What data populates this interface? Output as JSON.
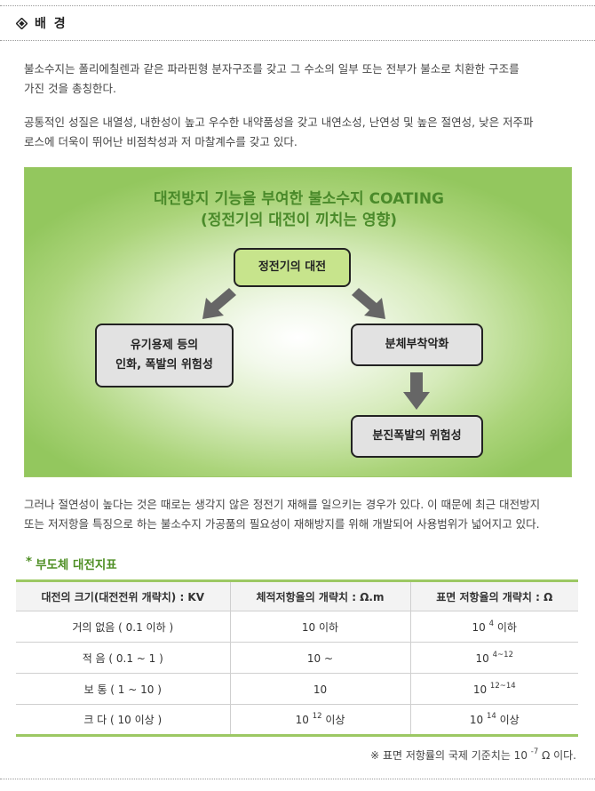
{
  "section": {
    "title": "배 경",
    "icon": "diamond-bullet-icon"
  },
  "paragraphs": {
    "p1_line1": "불소수지는 폴리에칠렌과 같은 파라핀형 분자구조를 갖고 그 수소의 일부 또는 전부가 불소로 치환한 구조를",
    "p1_line2": "가진 것을 총칭한다.",
    "p2_line1": "공통적인 성질은 내열성, 내한성이 높고 우수한 내약품성을 갖고 내연소성, 난연성 및 높은 절연성, 낮은 저주파",
    "p2_line2": "로스에 더욱이 뛰어난 비점착성과 저 마찰계수를 갖고 있다.",
    "p3_line1": "그러나 절연성이 높다는 것은 때로는 생각지 않은 정전기 재해를 일으키는 경우가 있다. 이 때문에 최근 대전방지",
    "p3_line2": "또는 저저항을 특징으로 하는 불소수지 가공품의 필요성이 재해방지를 위해 개발되어 사용범위가 넓어지고 있다."
  },
  "diagram": {
    "title_line1": "대전방지 기능을 부여한 불소수지 COATING",
    "title_line2": "(정전기의 대전이 끼치는 영향)",
    "box_main": "정전기의 대전",
    "box_left_line1": "유기용제 등의",
    "box_left_line2": "인화, 폭발의 위험성",
    "box_right": "분체부착악화",
    "box_bottom": "분진폭발의 위험성",
    "colors": {
      "title": "#4a8a2a",
      "main_box": "#c7e48c",
      "box": "#e2e2e2",
      "arrow": "#666666"
    }
  },
  "table_section": {
    "star": "*",
    "title": "부도체 대전지표",
    "headers": [
      "대전의 크기(대전전위 개략치) : KV",
      "체적저항율의 개략치 : Ω.m",
      "표면 저항율의 개략치 : Ω"
    ],
    "rows": [
      {
        "charge": "거의 없음 ( 0.1 이하 )",
        "vol_base": "10",
        "vol_exp": "",
        "vol_suffix": " 이하",
        "surf_base": "10",
        "surf_exp": "4",
        "surf_suffix": " 이하"
      },
      {
        "charge": "적 음 ( 0.1 ~ 1 )",
        "vol_base": "10",
        "vol_exp": "",
        "vol_suffix": " ~",
        "surf_base": "10",
        "surf_exp": "4~12",
        "surf_suffix": ""
      },
      {
        "charge": "보 통 ( 1 ~ 10 )",
        "vol_base": "10",
        "vol_exp": "",
        "vol_suffix": "",
        "surf_base": "10",
        "surf_exp": "12~14",
        "surf_suffix": ""
      },
      {
        "charge": "크 다 ( 10 이상 )",
        "vol_base": "10",
        "vol_exp": "12",
        "vol_suffix": " 이상",
        "surf_base": "10",
        "surf_exp": "14",
        "surf_suffix": " 이상"
      }
    ],
    "accent_color": "#9cc863"
  },
  "footnote": {
    "prefix": "※ 표면 저항률의 국제 기준치는 10",
    "exp": "-7",
    "suffix": " Ω 이다."
  }
}
